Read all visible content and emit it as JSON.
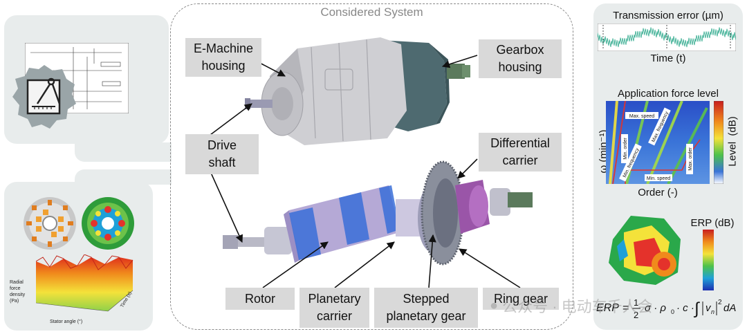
{
  "system": {
    "title": "Considered System",
    "labels": {
      "emachine_housing": "E-Machine\nhousing",
      "gearbox_housing": "Gearbox\nhousing",
      "drive_shaft": "Drive\nshaft",
      "differential_carrier": "Differential\ncarrier",
      "rotor": "Rotor",
      "planetary_carrier": "Planetary\ncarrier",
      "stepped_planetary_gear": "Stepped\nplanetary gear",
      "ring_gear": "Ring gear"
    }
  },
  "left": {
    "density_axis": "Radial\nforce\ndensity\n(Pa)",
    "stator_axis": "Stator angle (°)",
    "time_axis": "Time (s)"
  },
  "right": {
    "transmission_error": {
      "title": "Transmission error (µm)",
      "xlabel": "Time (t)"
    },
    "application_force": {
      "title": "Application force level",
      "ylabel": "ω (min⁻¹)",
      "xlabel": "Order (-)",
      "colorbar_label": "Level  (dB)",
      "annotations": [
        "Max. speed",
        "Min. order",
        "Max. frequency",
        "Min. frequency",
        "Max. order",
        "Min. speed"
      ]
    },
    "erp": {
      "colorbar_label": "ERP (dB)",
      "formula_lhs": "ERP",
      "formula_eq": "=",
      "formula_num": "1",
      "formula_den": "2",
      "formula_rest": "σ · ρ",
      "formula_sub0": "0",
      "formula_c": "· c ·",
      "formula_int": "∫",
      "formula_v": "v",
      "formula_n": "n",
      "formula_sq": "2",
      "formula_da": "dA"
    }
  },
  "watermark": "公众号 · 电动车千人会",
  "colors": {
    "panel": "#e8ecec",
    "label_bg": "#d9d9d9",
    "housing_em": "#cfcfd3",
    "housing_gb": "#4e6a70",
    "rotor": "#b5a9d6",
    "magnet": "#3a6fd8",
    "diff": "#9a55a8"
  }
}
